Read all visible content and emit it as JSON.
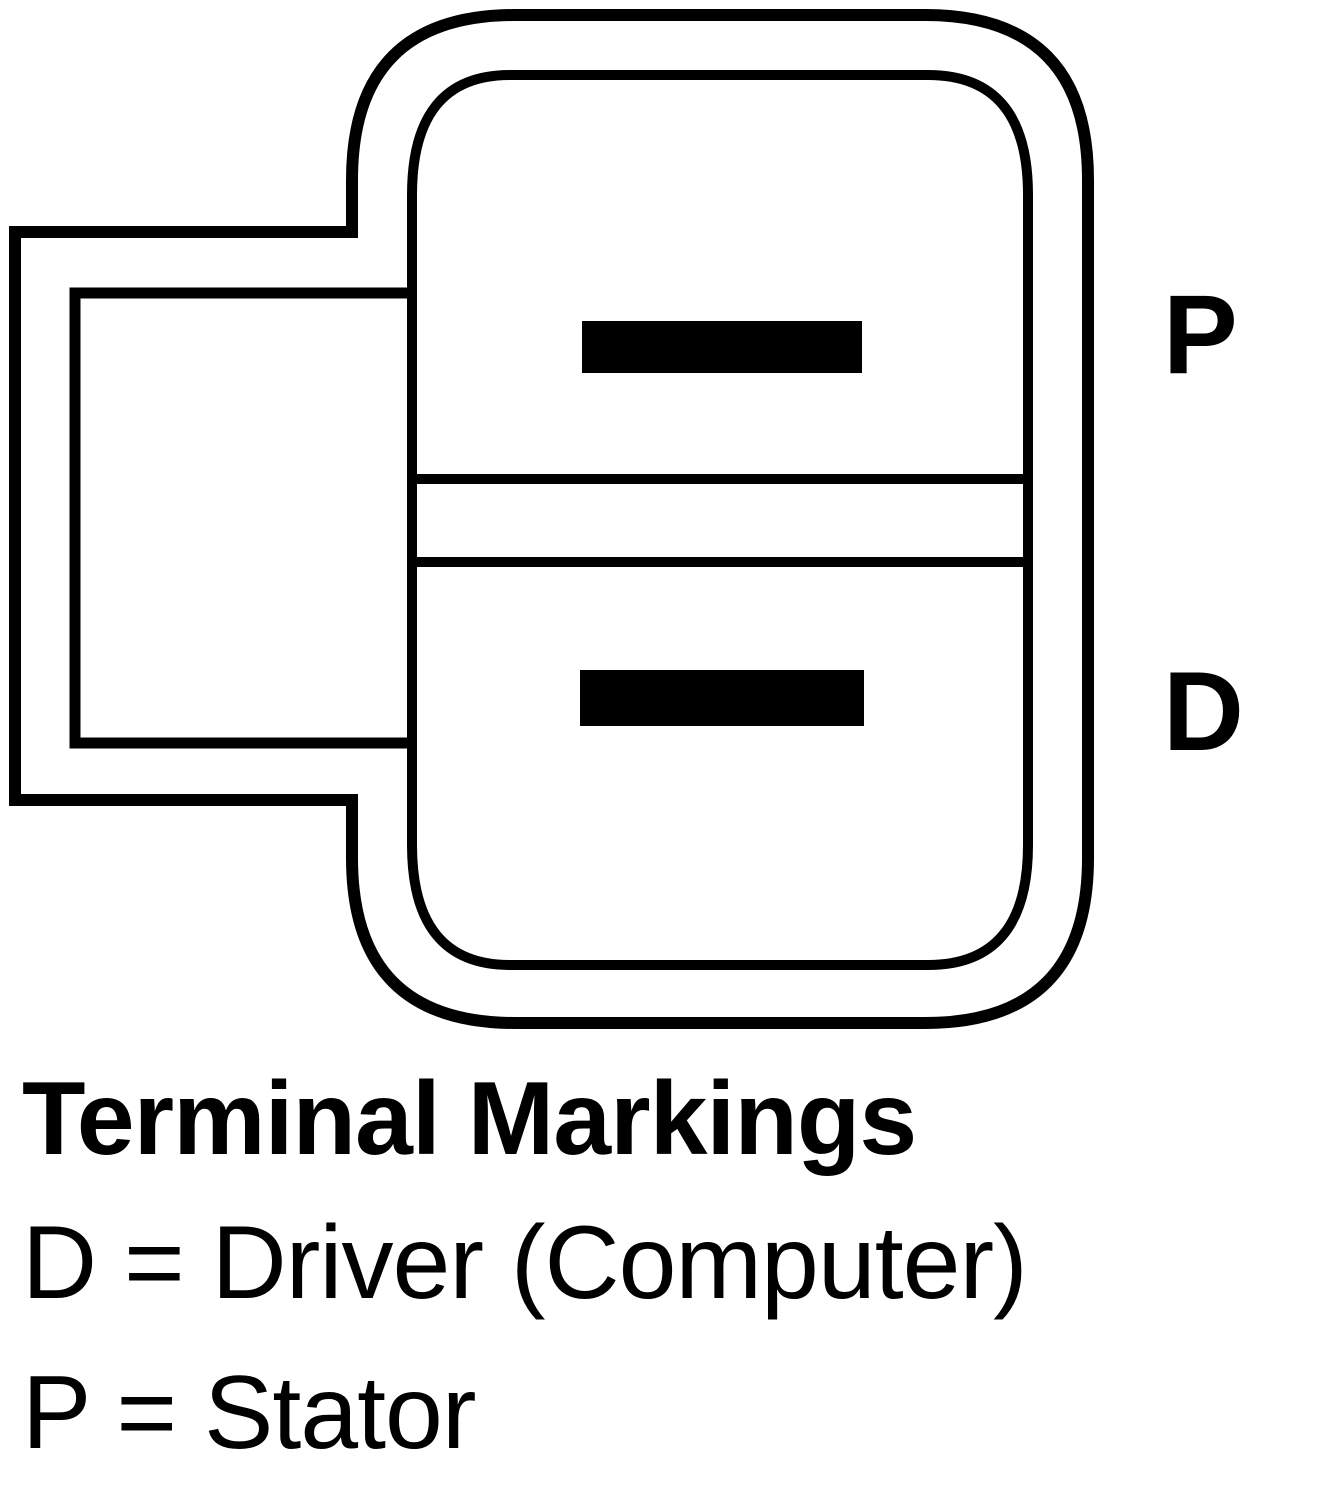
{
  "connector": {
    "terminal_top_label": "P",
    "terminal_bottom_label": "D"
  },
  "legend": {
    "title": "Terminal Markings",
    "lines": [
      "D = Driver (Computer)",
      "P = Stator"
    ]
  },
  "colors": {
    "ink": "#000000",
    "background": "#ffffff"
  }
}
